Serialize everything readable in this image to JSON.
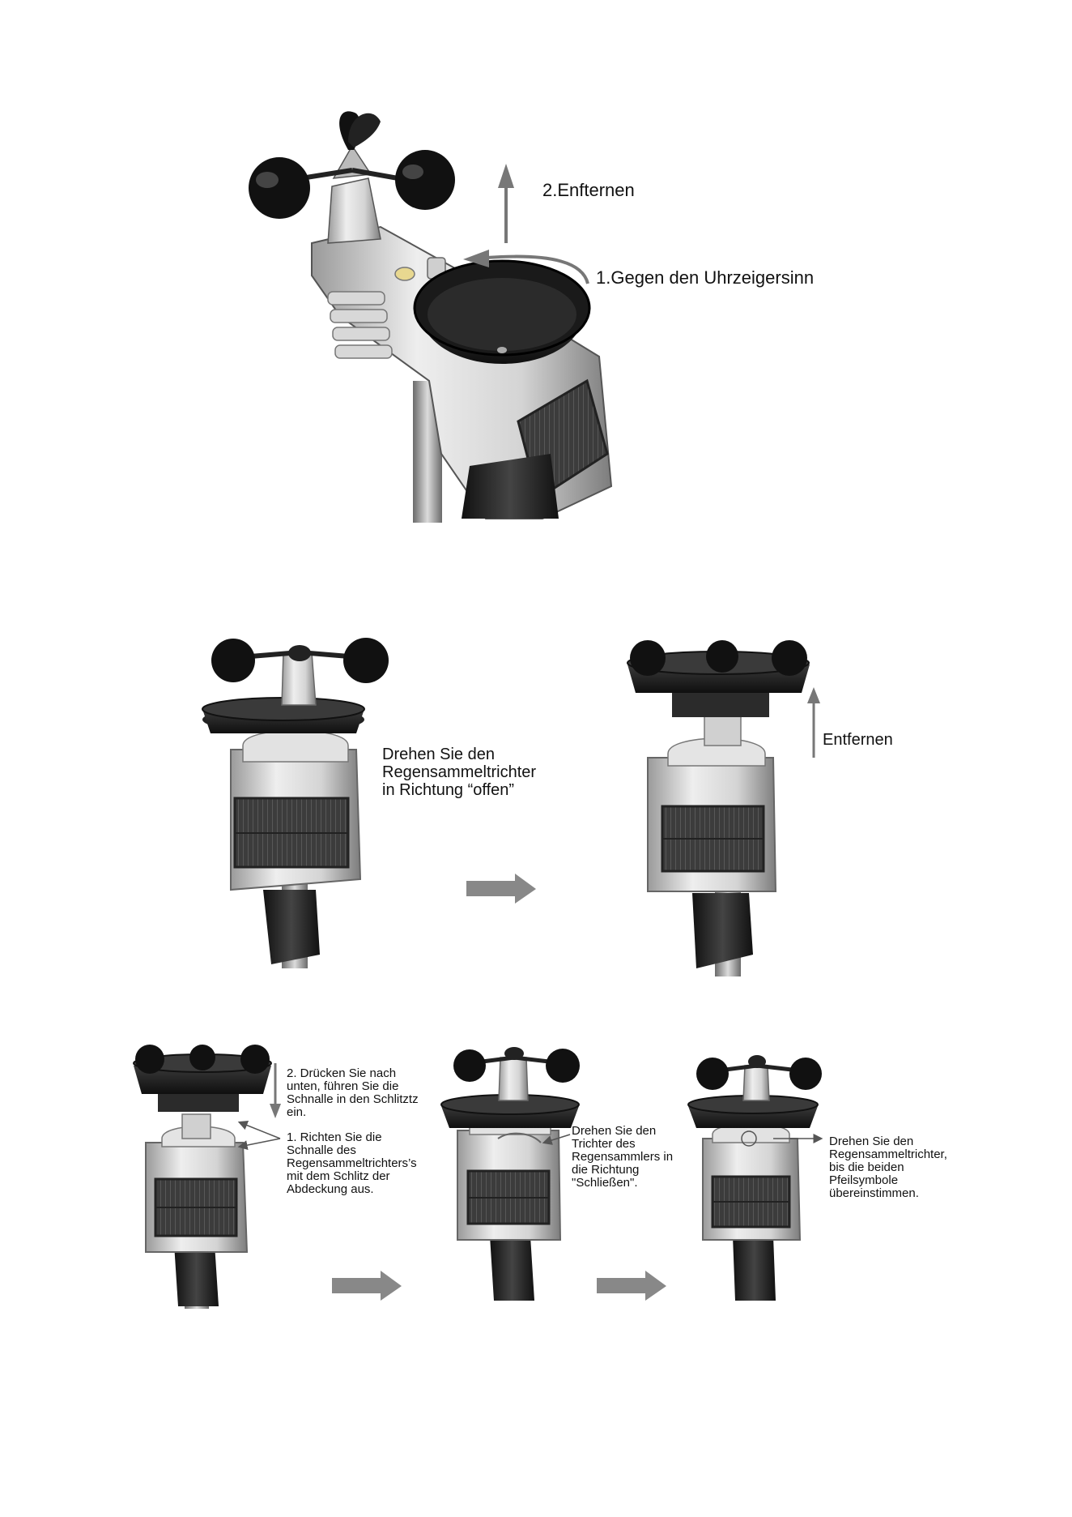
{
  "figure1": {
    "step_remove": "2.Enfternen",
    "step_rotate": "1.Gegen den Uhrzeigersinn"
  },
  "figure2": {
    "rotate_label": [
      "Drehen Sie den",
      "Regensammeltrichter",
      "in Richtung “offen”"
    ],
    "remove_label": "Entfernen"
  },
  "figure3": {
    "press_label": [
      "2. Drücken Sie nach",
      "unten, führen Sie die",
      "Schnalle in den Schlitztz",
      "ein."
    ],
    "align_label": [
      "1. Richten Sie die",
      "Schnalle des",
      "Regensammeltrichters’s",
      "mit dem Schlitz der",
      "Abdeckung aus."
    ],
    "close_label": [
      "Drehen Sie den",
      "Trichter des",
      "Regensammlers in",
      "die Richtung",
      "\"Schließen\"."
    ],
    "match_label": [
      "Drehen Sie den",
      "Regensammeltrichter,",
      "bis die beiden",
      "Pfeilsymbole",
      "übereinstimmen."
    ]
  }
}
